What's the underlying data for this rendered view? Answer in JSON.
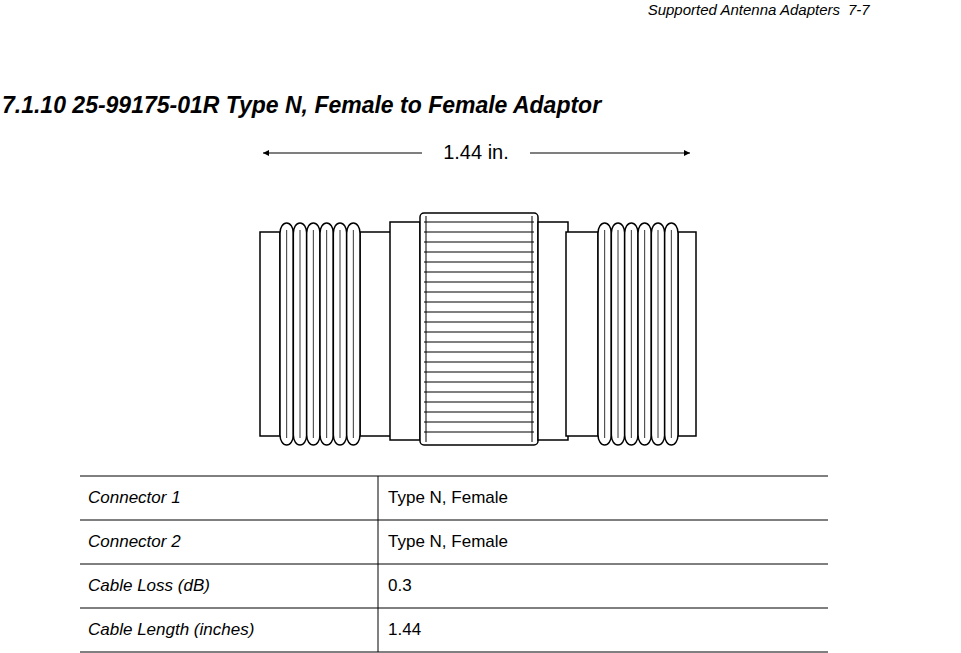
{
  "diagram": {
    "title": "7.1.10 25-99175-01R Type N, Female to Female Adaptor",
    "labels": [
      "Supported Antenna Adapters",
      "7-7",
      "1.44 in.",
      "Connector 1",
      "Type N, Female",
      "Connector 2",
      "Type N, Female",
      "Cable Loss (dB)",
      "0.3",
      "Cable Length (inches)",
      "1.44"
    ]
  }
}
